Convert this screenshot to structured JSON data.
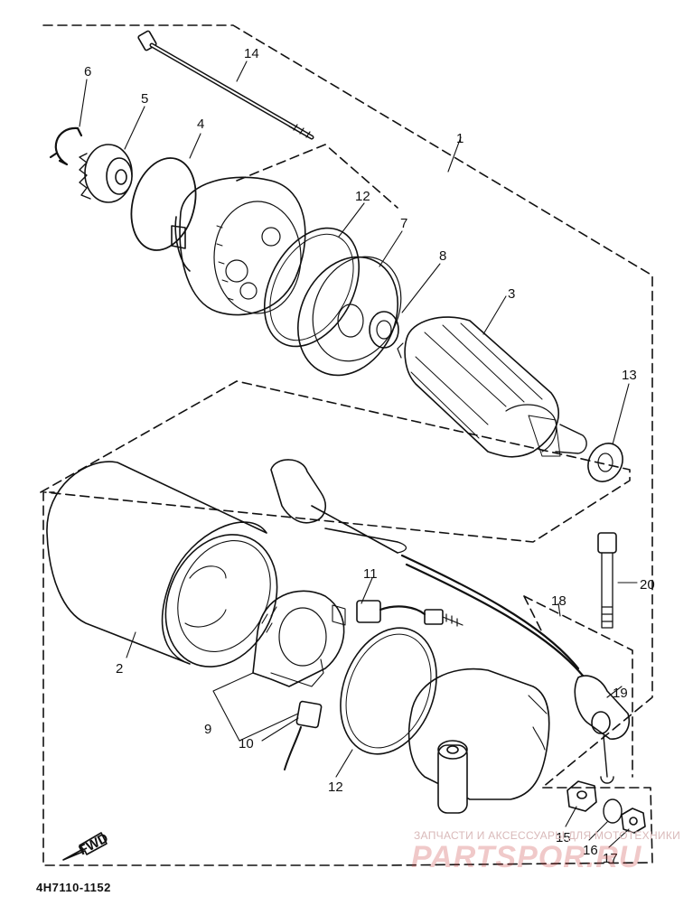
{
  "callouts": {
    "c1": "1",
    "c2": "2",
    "c3": "3",
    "c4": "4",
    "c5": "5",
    "c6": "6",
    "c7": "7",
    "c8": "8",
    "c9": "9",
    "c10": "10",
    "c11": "11",
    "c12a": "12",
    "c12b": "12",
    "c13": "13",
    "c14": "14",
    "c15": "15",
    "c16": "16",
    "c17": "17",
    "c18": "18",
    "c19": "19",
    "c20": "20"
  },
  "fwd_label": "FWD",
  "diagram_code": "4H7110-1152",
  "watermark": {
    "tagline": "ЗАПЧАСТИ И АКСЕССУАРЫ ДЛЯ МОТОТЕХНИКИ",
    "logo": "PARTSPOR.RU"
  },
  "colors": {
    "line": "#111111",
    "background": "#ffffff",
    "watermark": "#c83c3c"
  }
}
